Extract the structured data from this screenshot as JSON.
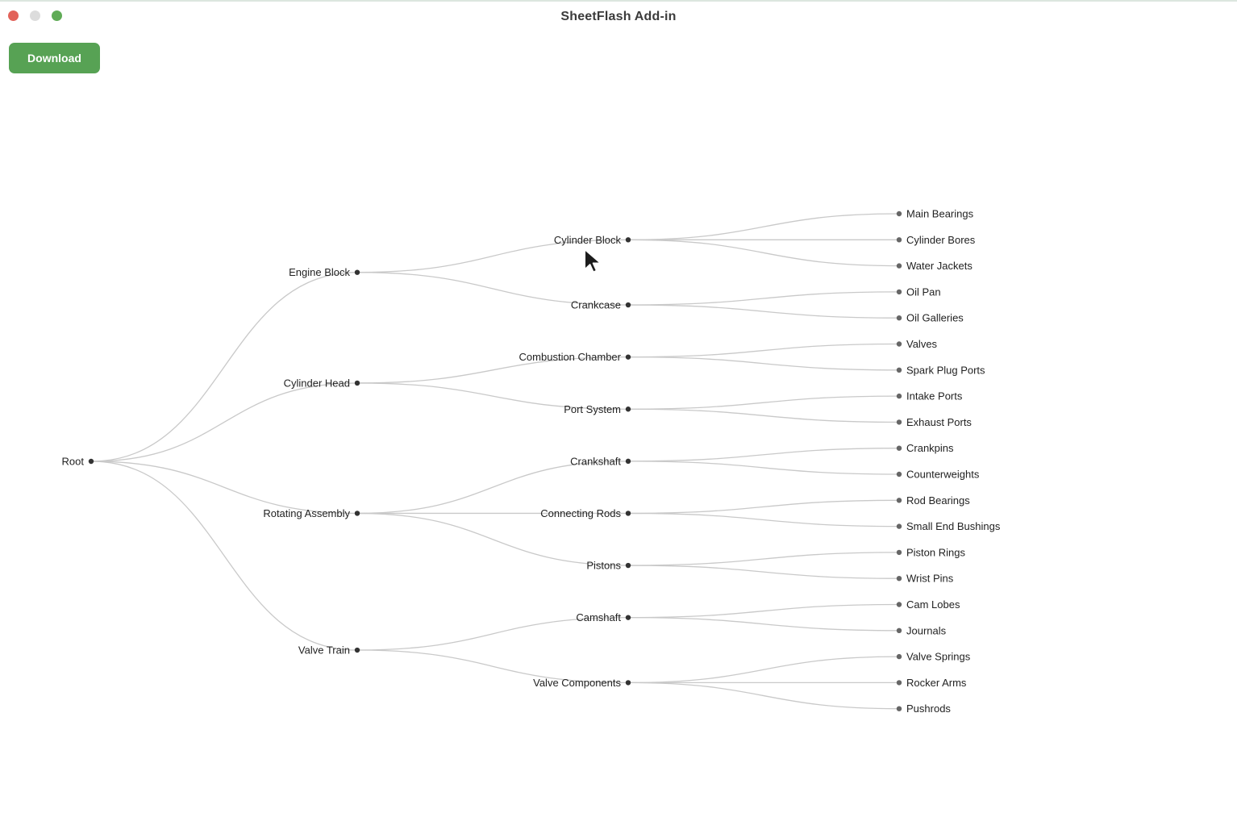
{
  "window": {
    "title": "SheetFlash Add-in",
    "controls": {
      "close": "close",
      "minimize": "minimize",
      "zoom": "zoom"
    }
  },
  "toolbar": {
    "download_label": "Download"
  },
  "colors": {
    "accent_green": "#57a254",
    "traffic_red": "#e2635a",
    "traffic_gray": "#dcdcdc",
    "traffic_green": "#5fab56",
    "top_edge": "#dce6df",
    "link": "#c9c9c9",
    "node_internal": "#333333",
    "node_leaf": "#666666",
    "label": "#222222"
  },
  "tree": {
    "name": "Root",
    "children": [
      {
        "name": "Engine Block",
        "children": [
          {
            "name": "Cylinder Block",
            "children": [
              {
                "name": "Main Bearings"
              },
              {
                "name": "Cylinder Bores"
              },
              {
                "name": "Water Jackets"
              }
            ]
          },
          {
            "name": "Crankcase",
            "children": [
              {
                "name": "Oil Pan"
              },
              {
                "name": "Oil Galleries"
              }
            ]
          }
        ]
      },
      {
        "name": "Cylinder Head",
        "children": [
          {
            "name": "Combustion Chamber",
            "children": [
              {
                "name": "Valves"
              },
              {
                "name": "Spark Plug Ports"
              }
            ]
          },
          {
            "name": "Port System",
            "children": [
              {
                "name": "Intake Ports"
              },
              {
                "name": "Exhaust Ports"
              }
            ]
          }
        ]
      },
      {
        "name": "Rotating Assembly",
        "children": [
          {
            "name": "Crankshaft",
            "children": [
              {
                "name": "Crankpins"
              },
              {
                "name": "Counterweights"
              }
            ]
          },
          {
            "name": "Connecting Rods",
            "children": [
              {
                "name": "Rod Bearings"
              },
              {
                "name": "Small End Bushings"
              }
            ]
          },
          {
            "name": "Pistons",
            "children": [
              {
                "name": "Piston Rings"
              },
              {
                "name": "Wrist Pins"
              }
            ]
          }
        ]
      },
      {
        "name": "Valve Train",
        "children": [
          {
            "name": "Camshaft",
            "children": [
              {
                "name": "Cam Lobes"
              },
              {
                "name": "Journals"
              }
            ]
          },
          {
            "name": "Valve Components",
            "children": [
              {
                "name": "Valve Springs"
              },
              {
                "name": "Rocker Arms"
              },
              {
                "name": "Pushrods"
              }
            ]
          }
        ]
      }
    ]
  }
}
